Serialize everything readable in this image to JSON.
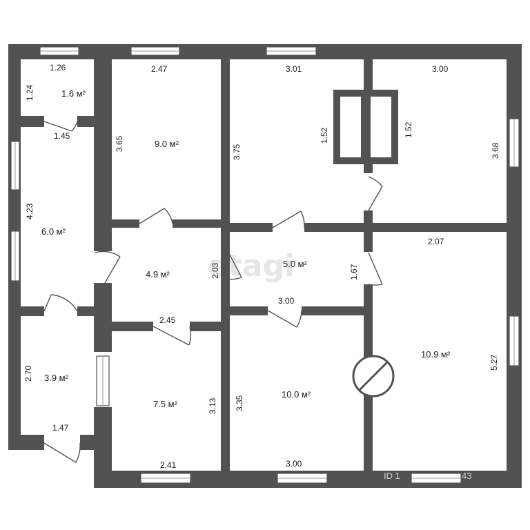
{
  "watermark": "etagi",
  "id_label": "ID 1",
  "id_suffix": "43",
  "areas": {
    "wc": "1.6 м²",
    "room_9": "9.0 м²",
    "hall": "6.0 м²",
    "room_49": "4.9 м²",
    "room_50": "5.0 м²",
    "porch": "3.9 м²",
    "room_75": "7.5 м²",
    "room_100": "10.0 м²",
    "room_109": "10.9 м²"
  },
  "dims": {
    "wc_w": "1.26",
    "wc_h": "1.24",
    "hall_top": "1.45",
    "hall_h": "4.23",
    "r9_w": "2.47",
    "r9_h": "3.65",
    "r3_w": "3.01",
    "r3_h": "3.75",
    "stove_l": "1.52",
    "stove_r": "1.52",
    "r4_w": "3.00",
    "r4_h": "3.68",
    "r49_h": "2.03",
    "r49_w": "2.45",
    "r50_w": "3.00",
    "r50_h": "1.67",
    "r109_w": "2.07",
    "r109_h": "5.27",
    "porch_h": "2.70",
    "porch_w": "1.47",
    "r75_h": "3.13",
    "r75_w": "2.41",
    "r100_h": "3.35",
    "r100_w": "3.00"
  }
}
